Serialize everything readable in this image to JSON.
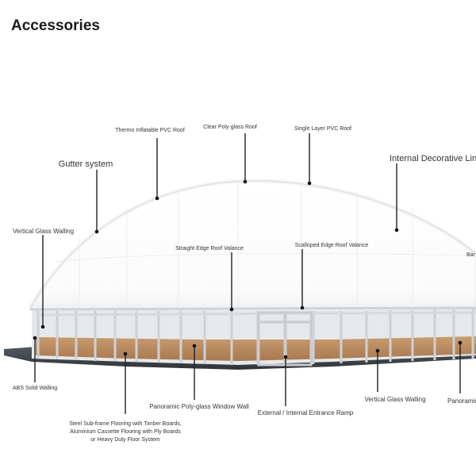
{
  "title": "Accessories",
  "labels": {
    "thermo_roof": "Thermo Inflatable PVC Roof",
    "clear_roof": "Clear Poly-glass Roof",
    "single_roof": "Single Layer PVC Roof",
    "gutter": "Gutter system",
    "internal_lining": "Internal Decorative Lini",
    "vertical_glass_top": "Vertical Glass Walling",
    "straight_valance": "Straight Edge Roof Valance",
    "scalloped_valance": "Scalloped Edge Roof Valance",
    "bar": "Bar",
    "abs_walling": "ABS Solid Walling",
    "panoramic_wall": "Panoramic Poly-glass Window Wall",
    "vertical_glass_bottom": "Vertical Glass Walling",
    "panoramic_cut": "Panoramic",
    "entrance_ramp": "External / Internal Entrance Ramp",
    "flooring_line1": "Steel Sub-frame Flooring with Timber Boards,",
    "flooring_line2": "Aluminium Cassette Flooring with Ply Boards",
    "flooring_line3": "or Heavy Duty Floor System"
  },
  "colors": {
    "background": "#ffffff",
    "dome": "#ffffff",
    "floor_wood": "#b98a5e",
    "platform": "#454a50",
    "frame": "#d9dde0",
    "leader": "#222222"
  }
}
